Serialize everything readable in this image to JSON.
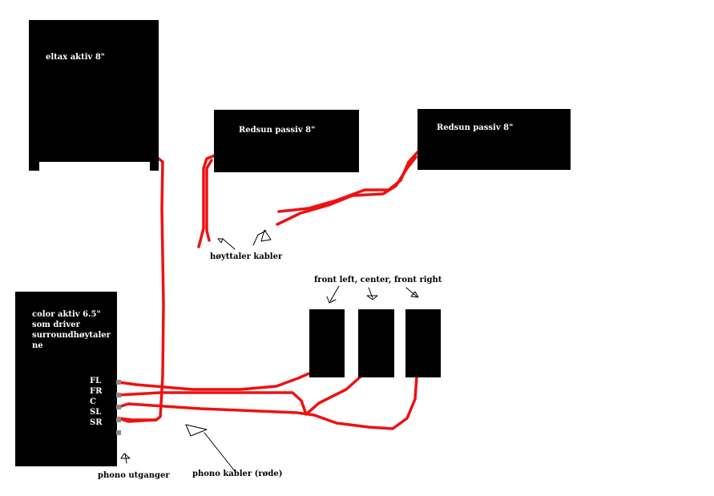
{
  "colors": {
    "background": "#ffffff",
    "box": "#000000",
    "cable": "#ee1111",
    "port": "#8a8a8a",
    "text_on_box": "#ffffff",
    "caption_text": "#000000"
  },
  "speakers": {
    "eltax": {
      "label": "eltax aktiv 8\""
    },
    "redsun_left": {
      "label": "Redsun passiv 8\""
    },
    "redsun_right": {
      "label": "Redsun passiv 8\""
    },
    "color": {
      "label": "color aktiv 6.5\"\nsom driver\nsurroundhøytaler\nne"
    }
  },
  "ports": [
    "FL",
    "FR",
    "C",
    "SL",
    "SR"
  ],
  "captions": {
    "speaker_cables": "høyttaler kabler",
    "front_group": "front left, center, front right",
    "phono_outputs": "phono utganger",
    "phono_cables": "phono kabler (røde)"
  }
}
